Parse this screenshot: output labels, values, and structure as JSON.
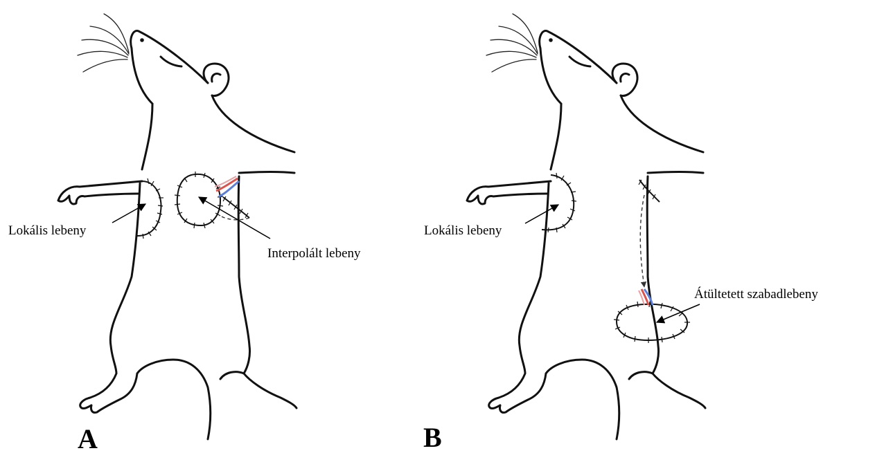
{
  "panels": [
    {
      "letter": "A",
      "labels": {
        "local_flap": "Lokális lebeny",
        "interpolated_flap": "Interpolált lebeny"
      }
    },
    {
      "letter": "B",
      "labels": {
        "local_flap": "Lokális lebeny",
        "transplanted_free_flap": "Átültetett szabadlebeny"
      }
    }
  ],
  "colors": {
    "outline": "#111111",
    "vessel_red": "#d9534f",
    "vessel_blue": "#5b7fd6"
  }
}
